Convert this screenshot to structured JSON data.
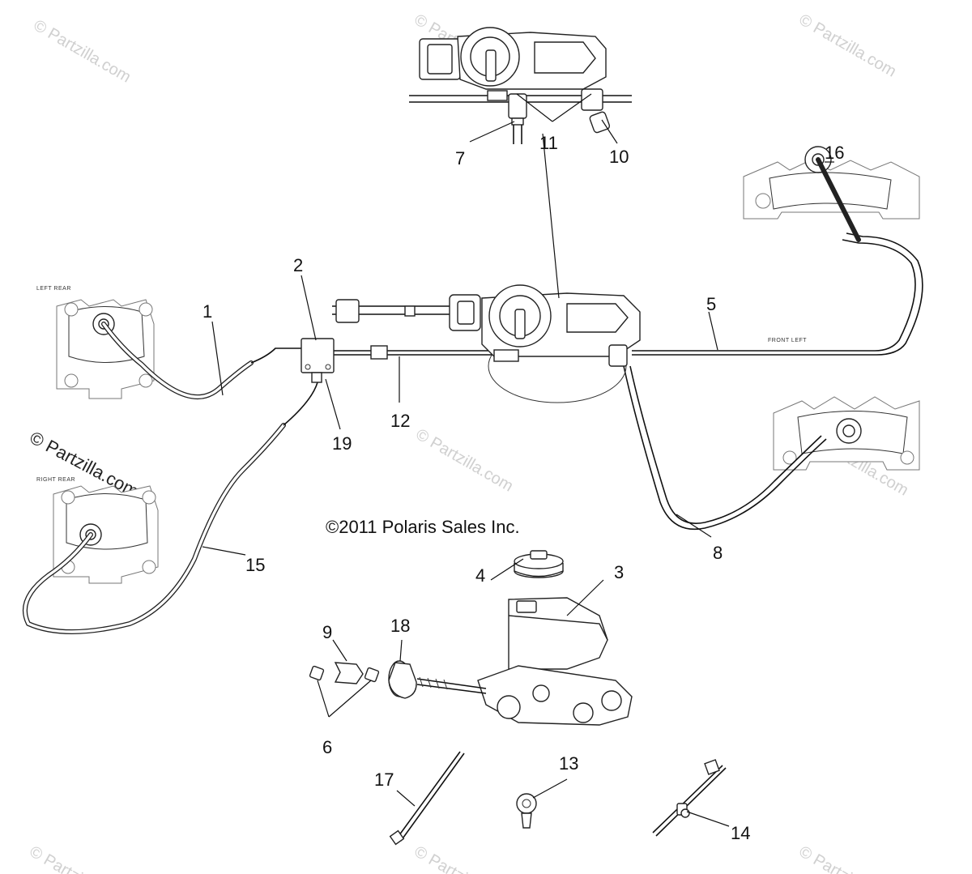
{
  "diagram": {
    "copyright": "©2011 Polaris Sales Inc.",
    "labels": {
      "left_rear": "LEFT REAR",
      "right_rear": "RIGHT REAR",
      "front_left": "FRONT LEFT"
    },
    "watermarks": {
      "brand": "© Partzilla.com",
      "brand_dark": "© Partzilla.com"
    },
    "callouts": [
      "1",
      "2",
      "3",
      "4",
      "5",
      "6",
      "7",
      "8",
      "9",
      "10",
      "11",
      "12",
      "13",
      "14",
      "15",
      "16",
      "17",
      "18",
      "19"
    ]
  }
}
